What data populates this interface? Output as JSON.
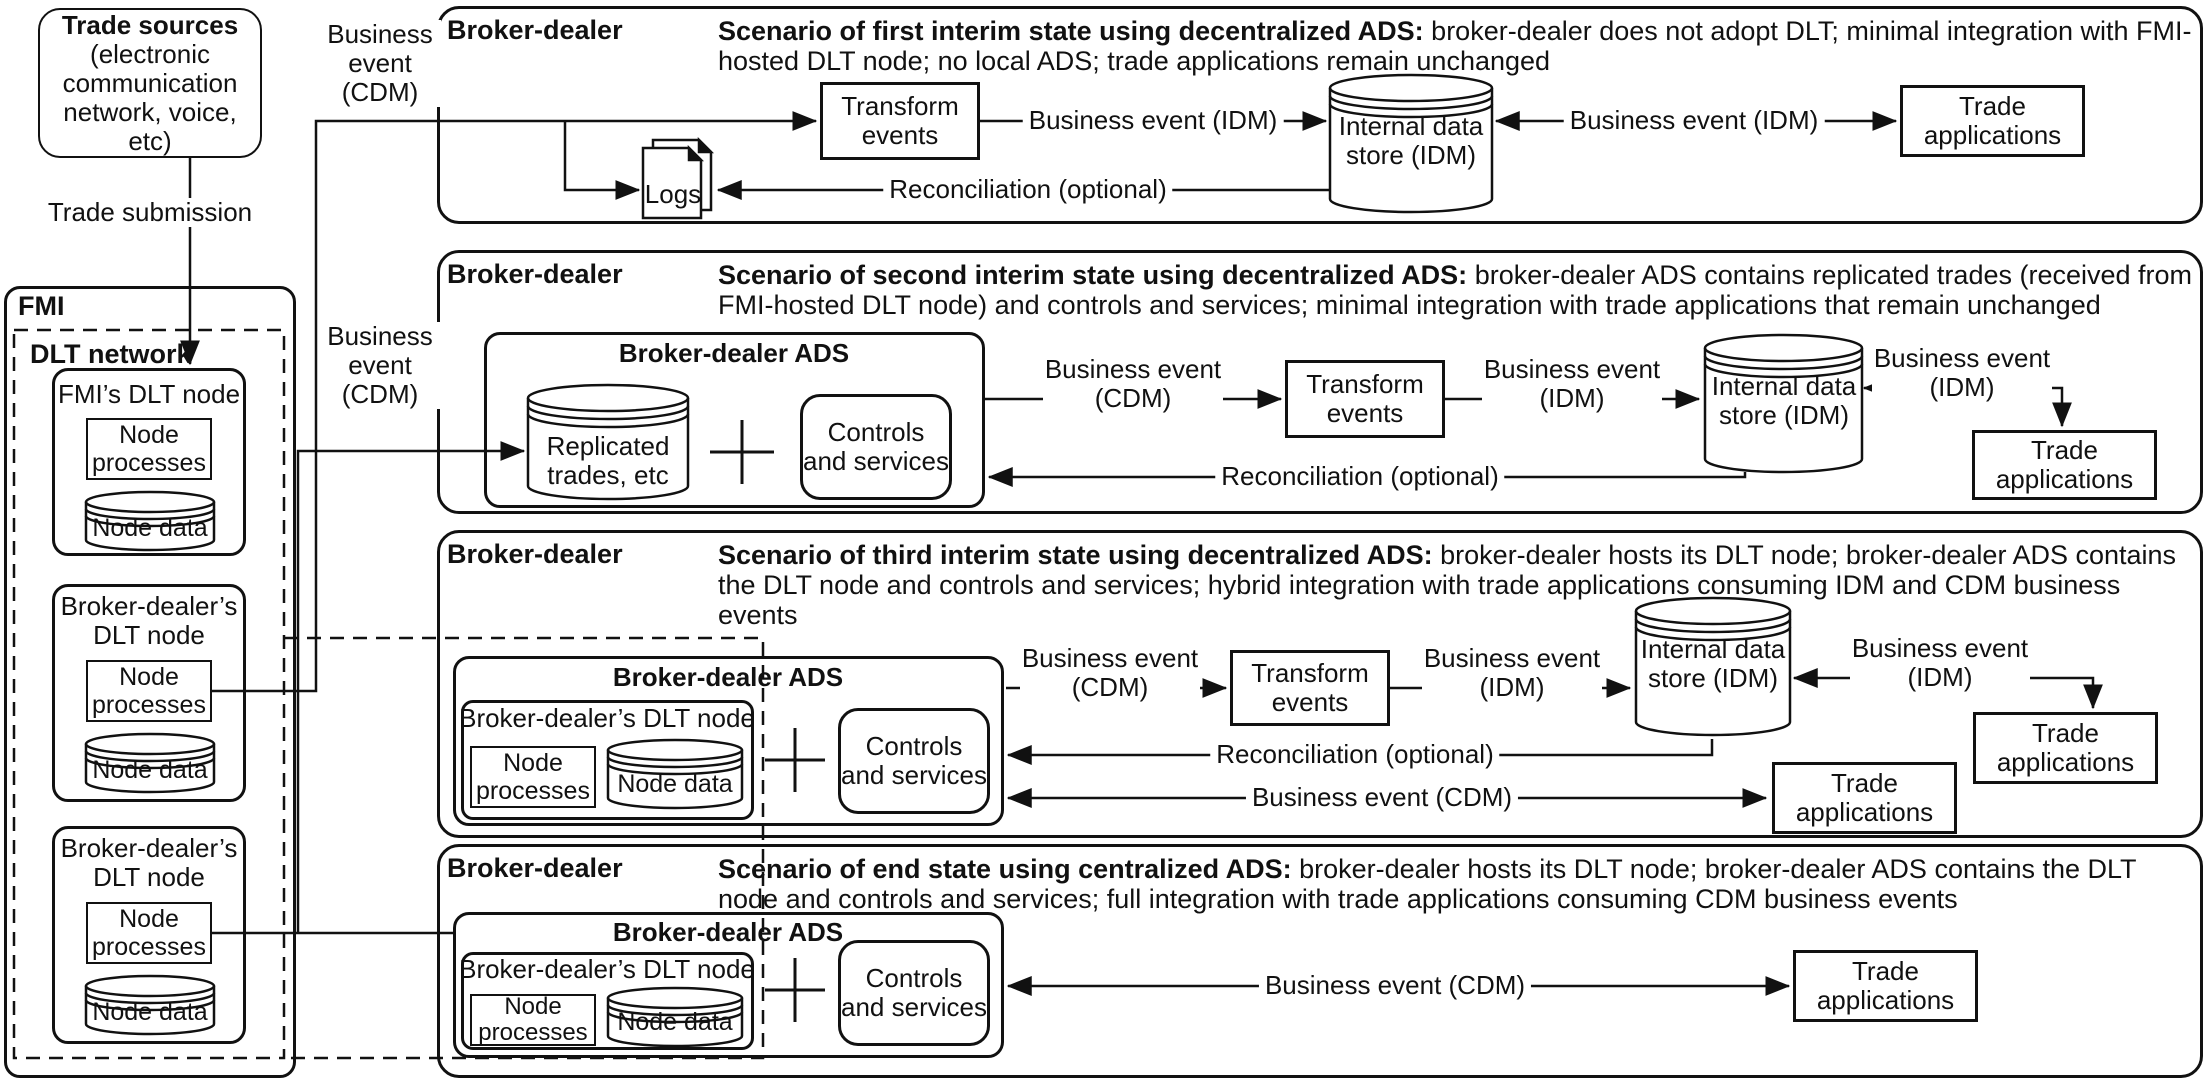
{
  "diagram": {
    "colors": {
      "ink": "#111111",
      "background": "#ffffff"
    },
    "trade_sources": {
      "title": "Trade sources",
      "subtitle": "(electronic communication network, voice, etc)"
    },
    "trade_submission": "Trade submission",
    "fmi": {
      "label": "FMI",
      "dlt_network_label": "DLT network",
      "nodes": [
        {
          "title": "FMI’s DLT node",
          "processes": "Node processes",
          "data": "Node data"
        },
        {
          "title": "Broker-dealer’s DLT node",
          "processes": "Node processes",
          "data": "Node data"
        },
        {
          "title": "Broker-dealer’s DLT node",
          "processes": "Node processes",
          "data": "Node data"
        }
      ]
    },
    "edge_labels": {
      "cdm_feed_1": "Business event (CDM)",
      "cdm_feed_2": "Business event (CDM)"
    },
    "panels": [
      {
        "corner": "Broker-dealer",
        "title": "Scenario of first interim state using decentralized ADS:",
        "description": "broker-dealer does not adopt DLT; minimal integration with FMI-hosted DLT node; no local ADS; trade applications remain unchanged",
        "nodes": {
          "transform": "Transform events",
          "logs": "Logs",
          "idm": "Internal data store (IDM)",
          "trade_apps": "Trade applications"
        },
        "edges": {
          "to_idm": "Business event (IDM)",
          "reconciliation": "Reconciliation (optional)",
          "idm_apps": "Business event (IDM)"
        }
      },
      {
        "corner": "Broker-dealer",
        "title": "Scenario of second interim state using decentralized ADS:",
        "description": "broker-dealer ADS contains replicated trades (received from FMI-hosted DLT node) and controls and services; minimal integration with trade applications that remain unchanged",
        "nodes": {
          "ads": "Broker-dealer ADS",
          "replicated": "Replicated trades, etc",
          "controls": "Controls and services",
          "transform": "Transform events",
          "idm": "Internal data store (IDM)",
          "trade_apps": "Trade applications"
        },
        "edges": {
          "out_cdm": "Business event (CDM)",
          "to_idm": "Business event (IDM)",
          "idm_apps": "Business event (IDM)",
          "reconciliation": "Reconciliation (optional)"
        }
      },
      {
        "corner": "Broker-dealer",
        "title": "Scenario of third interim state using decentralized ADS:",
        "description": "broker-dealer hosts its DLT node; broker-dealer ADS contains the DLT node and controls and services; hybrid integration with trade applications consuming IDM and CDM business events",
        "nodes": {
          "ads": "Broker-dealer ADS",
          "dlt_node": "Broker-dealer’s DLT node",
          "processes": "Node processes",
          "data": "Node data",
          "controls": "Controls and services",
          "transform": "Transform events",
          "idm": "Internal data store (IDM)",
          "trade_apps_idm": "Trade applications",
          "trade_apps_cdm": "Trade applications"
        },
        "edges": {
          "out_cdm": "Business event (CDM)",
          "to_idm": "Business event (IDM)",
          "idm_apps": "Business event (IDM)",
          "reconciliation": "Reconciliation (optional)",
          "cdm_apps": "Business event (CDM)"
        }
      },
      {
        "corner": "Broker-dealer",
        "title": "Scenario of end state using centralized ADS:",
        "description": "broker-dealer hosts its DLT node; broker-dealer ADS contains the DLT node and controls and services; full integration with trade applications consuming CDM business events",
        "nodes": {
          "ads": "Broker-dealer ADS",
          "dlt_node": "Broker-dealer’s DLT node",
          "processes": "Node processes",
          "data": "Node data",
          "controls": "Controls and services",
          "trade_apps": "Trade applications"
        },
        "edges": {
          "cdm_apps": "Business event (CDM)"
        }
      }
    ]
  }
}
